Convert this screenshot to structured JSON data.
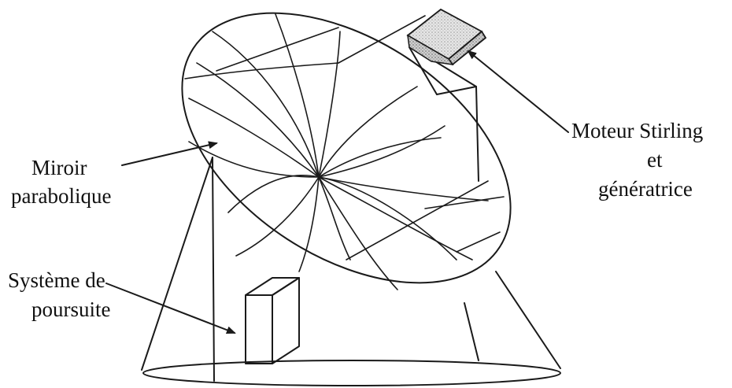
{
  "labels": {
    "mirror": [
      "Miroir",
      "parabolique"
    ],
    "engine": [
      "Moteur Stirling",
      "et",
      "génératrice"
    ],
    "tracking": [
      "Système de",
      "poursuite"
    ]
  },
  "colors": {
    "ink": "#1a1a1a",
    "background": "#ffffff",
    "engine_fill": "#d8d8d8"
  }
}
